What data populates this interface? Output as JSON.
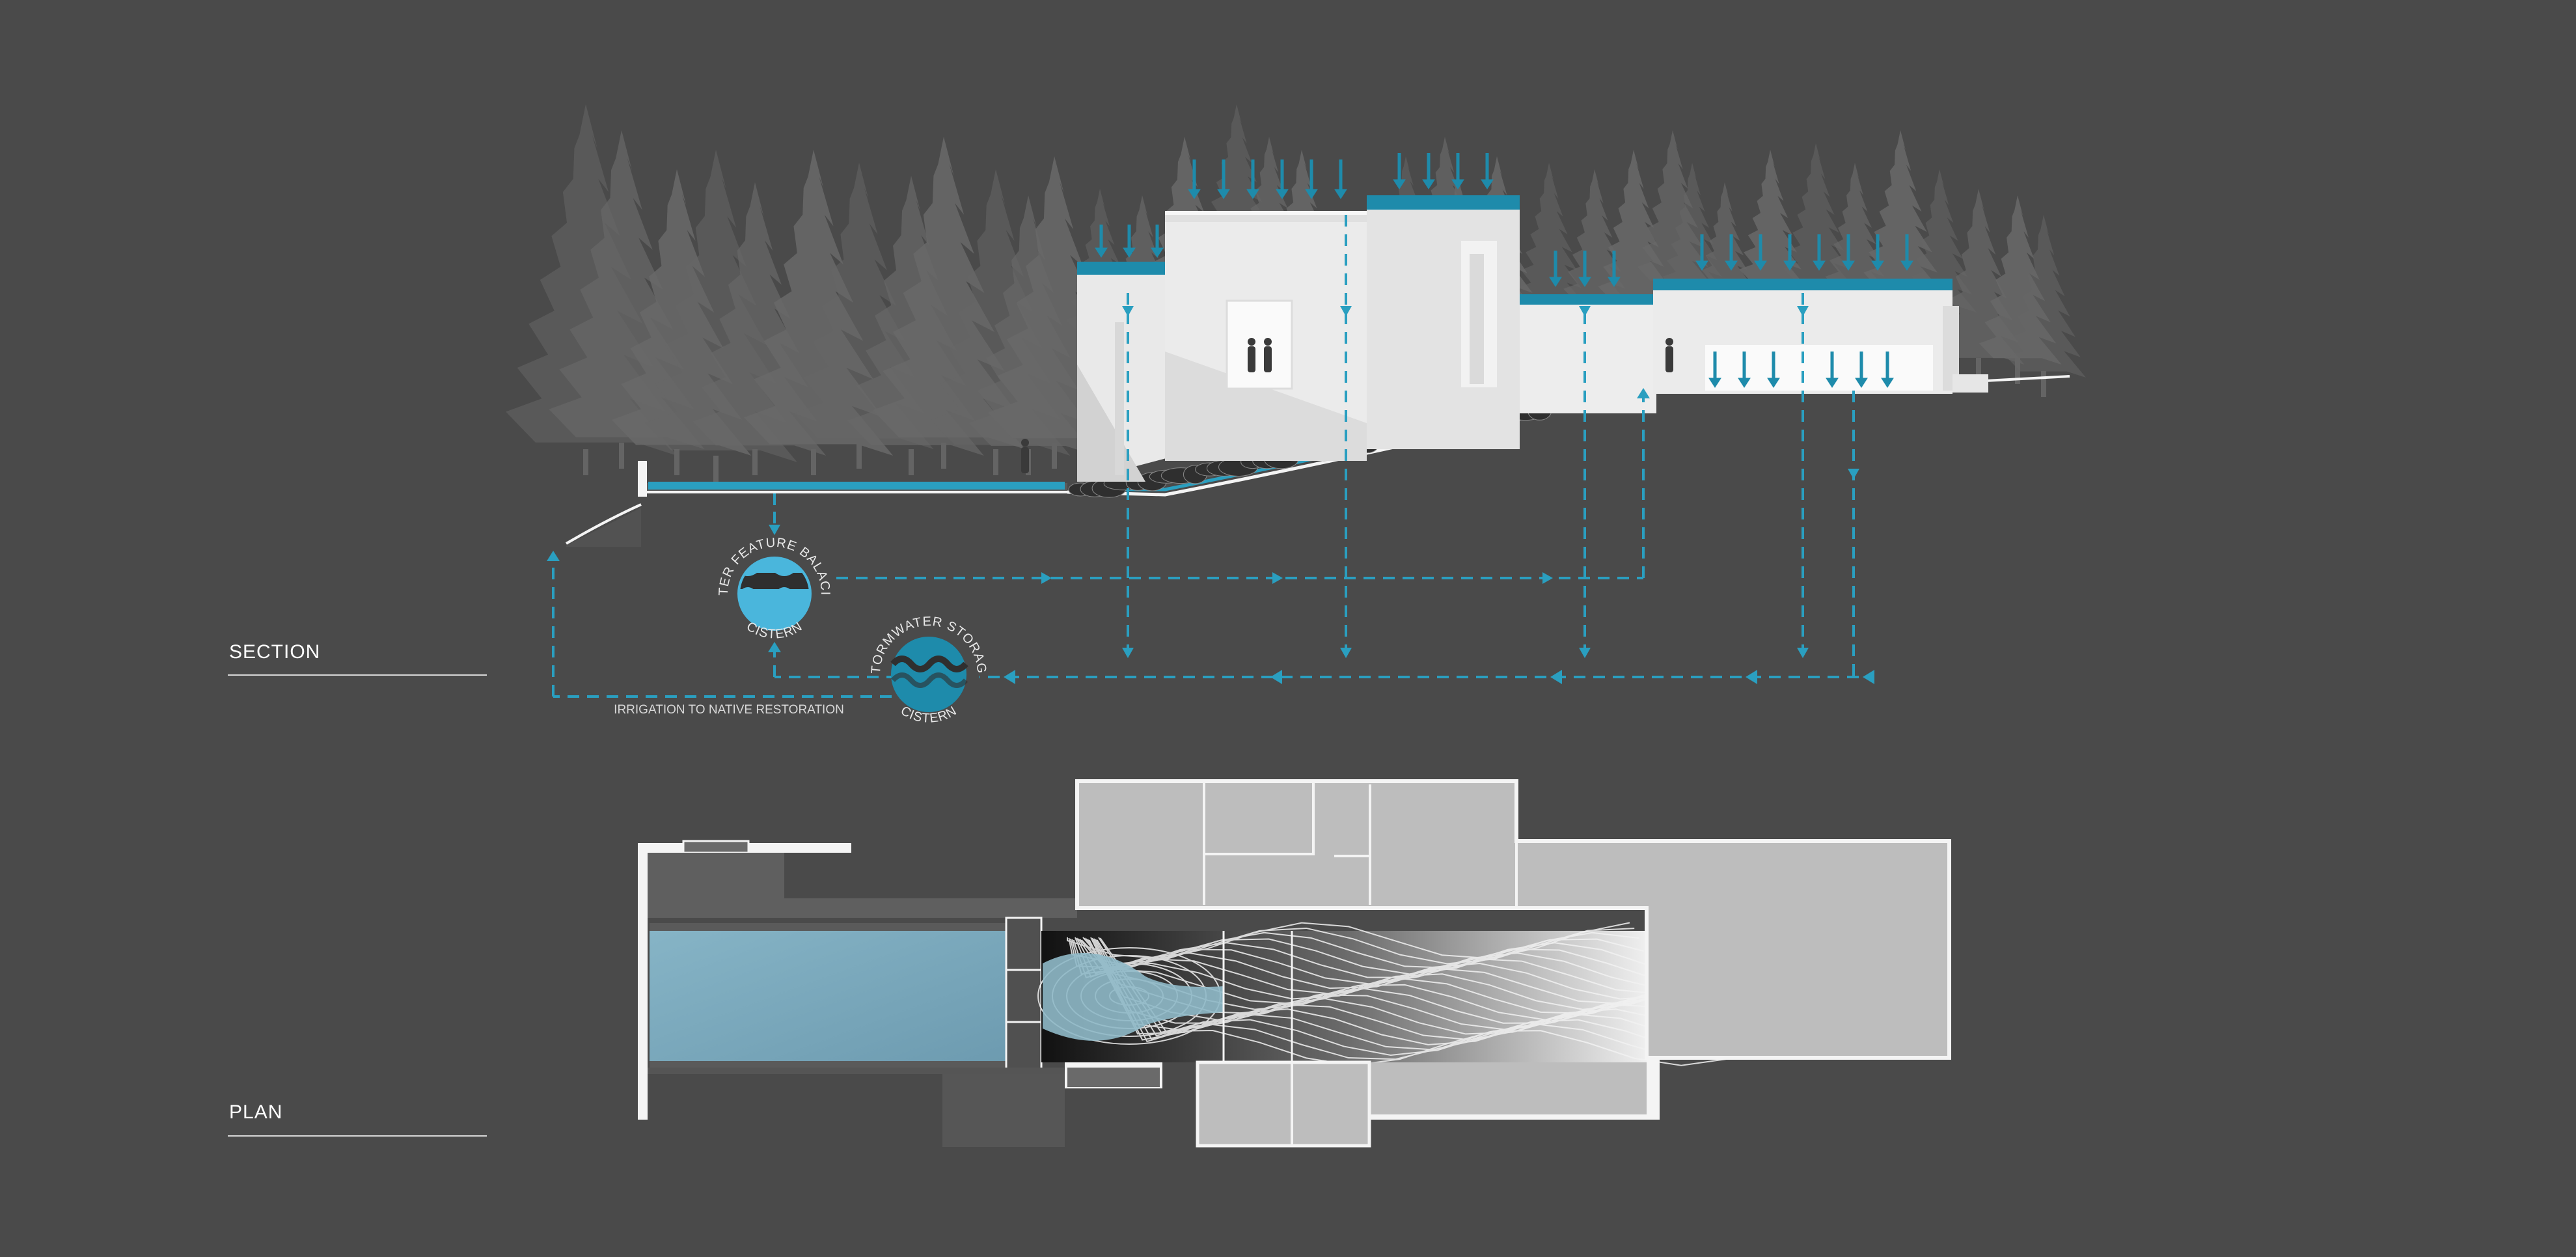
{
  "labels": {
    "section": "SECTION",
    "plan": "PLAN",
    "irrigation": "IRRIGATION TO NATIVE RESTORATION"
  },
  "cisterns": [
    {
      "top_text": "WATER FEATURE BALACING",
      "bottom_text": "CISTERN"
    },
    {
      "top_text": "STORMWATER STORAGE",
      "bottom_text": "CISTERN"
    }
  ],
  "colors": {
    "background": "#4a4a4a",
    "water_accent": "#2a9fc0",
    "roof_accent": "#1e8bab",
    "building": "#e6e6e6",
    "plan_fill": "#bdbdbd",
    "pool": "#7faabc",
    "trees": "#6e6e6e"
  },
  "icons": [
    "rain-arrow-icon",
    "flow-arrow-icon",
    "wave-icon",
    "person-icon",
    "tree-icon"
  ]
}
